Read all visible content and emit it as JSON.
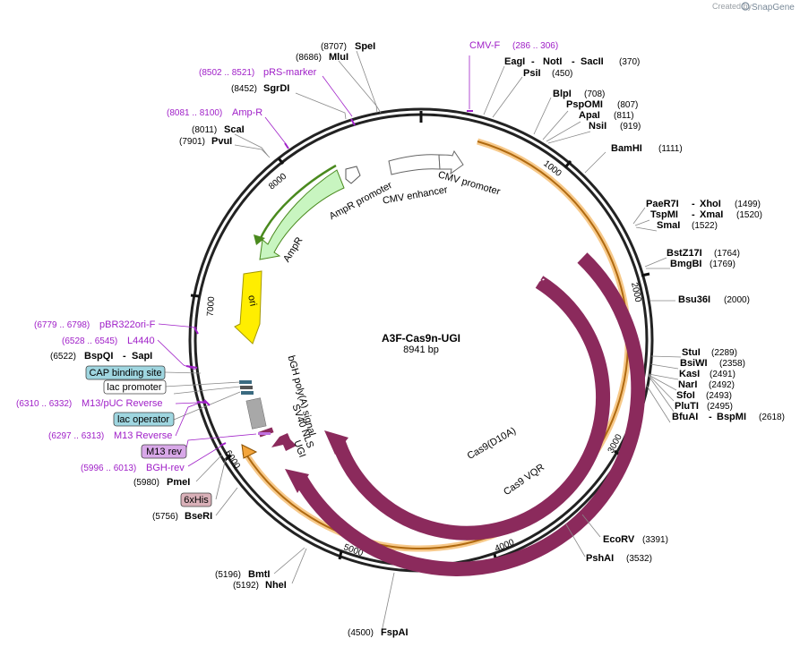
{
  "header": {
    "created_by": "Created by",
    "brand": "SnapGene"
  },
  "plasmid": {
    "name": "A3F-Cas9n-UGI",
    "length": "8941 bp"
  },
  "ticks": [
    "1000",
    "2000",
    "3000",
    "4000",
    "5000",
    "6000",
    "7000",
    "8000"
  ],
  "sites": [
    {
      "name": "SpeI",
      "pos": "(8707)"
    },
    {
      "name": "MluI",
      "pos": "(8686)"
    },
    {
      "name": "SgrDI",
      "pos": "(8452)"
    },
    {
      "name": "ScaI",
      "pos": "(8011)"
    },
    {
      "name": "PvuI",
      "pos": "(7901)"
    },
    {
      "name": "EagI",
      "pos": ""
    },
    {
      "name": "NotI",
      "pos": ""
    },
    {
      "name": "SacII",
      "pos": "(370)"
    },
    {
      "name": "PsiI",
      "pos": "(450)"
    },
    {
      "name": "BlpI",
      "pos": "(708)"
    },
    {
      "name": "PspOMI",
      "pos": "(807)"
    },
    {
      "name": "ApaI",
      "pos": "(811)"
    },
    {
      "name": "NsiI",
      "pos": "(919)"
    },
    {
      "name": "BamHI",
      "pos": "(1111)"
    },
    {
      "name": "PaeR7I",
      "pos": ""
    },
    {
      "name": "XhoI",
      "pos": "(1499)"
    },
    {
      "name": "TspMI",
      "pos": ""
    },
    {
      "name": "XmaI",
      "pos": "(1520)"
    },
    {
      "name": "SmaI",
      "pos": "(1522)"
    },
    {
      "name": "BstZ17I",
      "pos": "(1764)"
    },
    {
      "name": "BmgBI",
      "pos": "(1769)"
    },
    {
      "name": "Bsu36I",
      "pos": "(2000)"
    },
    {
      "name": "StuI",
      "pos": "(2289)"
    },
    {
      "name": "BsiWI",
      "pos": "(2358)"
    },
    {
      "name": "KasI",
      "pos": "(2491)"
    },
    {
      "name": "NarI",
      "pos": "(2492)"
    },
    {
      "name": "SfoI",
      "pos": "(2493)"
    },
    {
      "name": "PluTI",
      "pos": "(2495)"
    },
    {
      "name": "BfuAI",
      "pos": ""
    },
    {
      "name": "BspMI",
      "pos": "(2618)"
    },
    {
      "name": "EcoRV",
      "pos": "(3391)"
    },
    {
      "name": "PshAI",
      "pos": "(3532)"
    },
    {
      "name": "FspAI",
      "pos": "(4500)"
    },
    {
      "name": "BmtI",
      "pos": "(5196)"
    },
    {
      "name": "NheI",
      "pos": "(5192)"
    },
    {
      "name": "BseRI",
      "pos": "(5756)"
    },
    {
      "name": "PmeI",
      "pos": "(5980)"
    },
    {
      "name": "BspQI",
      "pos": "(6522)"
    },
    {
      "name": "SapI",
      "pos": ""
    }
  ],
  "primers": [
    {
      "name": "CMV-F",
      "range": "(286 .. 306)"
    },
    {
      "name": "pRS-marker",
      "range": "(8502 .. 8521)"
    },
    {
      "name": "Amp-R",
      "range": "(8081 .. 8100)"
    },
    {
      "name": "pBR322ori-F",
      "range": "(6779 .. 6798)"
    },
    {
      "name": "L4440",
      "range": "(6528 .. 6545)"
    },
    {
      "name": "M13/pUC Reverse",
      "range": "(6310 .. 6332)"
    },
    {
      "name": "M13 Reverse",
      "range": "(6297 .. 6313)"
    },
    {
      "name": "BGH-rev",
      "range": "(5996 .. 6013)"
    }
  ],
  "boxed_features": [
    {
      "name": "CAP binding site",
      "fill": "#9fd6e0"
    },
    {
      "name": "lac promoter",
      "fill": "#ffffff"
    },
    {
      "name": "lac operator",
      "fill": "#9fd6e0"
    },
    {
      "name": "M13 rev",
      "fill": "#d8a8e8"
    },
    {
      "name": "6xHis",
      "fill": "#d9b0b8"
    }
  ],
  "features": {
    "cmv_promoter": "CMV promoter",
    "cmv_enhancer": "CMV enhancer",
    "ampr_promoter": "AmpR promoter",
    "ampr": "AmpR",
    "ori": "ori",
    "bgh": "bGH poly(A) signal",
    "sv40": "SV40 NLS",
    "ugi": "UGI",
    "cas9_d10a": "Cas9(D10A)",
    "cas9_vqr": "Cas9 VQR"
  },
  "colors": {
    "backbone": "#222222",
    "orf_orange": "#f3a53c",
    "cas9": "#8b2a5c",
    "ampr": "#c8f5c0",
    "ampr_dark": "#4a8a1e",
    "ori": "#ffee00",
    "primer": "#a020c8"
  }
}
